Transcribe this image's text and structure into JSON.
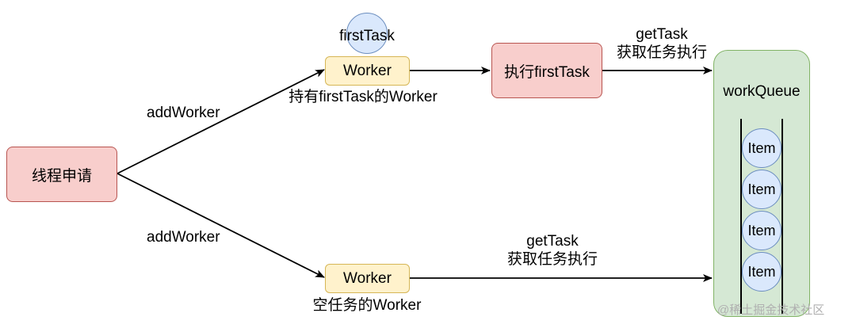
{
  "nodes": {
    "thread_request": "线程申请",
    "worker_top": "Worker",
    "worker_bottom": "Worker",
    "execute_first_task": "执行firstTask",
    "first_task_circle": "firstTask",
    "work_queue": "workQueue",
    "queue_items": [
      "Item",
      "Item",
      "Item",
      "Item"
    ]
  },
  "edge_labels": {
    "add_worker_top": "addWorker",
    "add_worker_bottom": "addWorker",
    "worker_top_caption": "持有firstTask的Worker",
    "worker_bottom_caption": "空任务的Worker",
    "get_task_top_line1": "getTask",
    "get_task_top_line2": "获取任务执行",
    "get_task_bottom_line1": "getTask",
    "get_task_bottom_line2": "获取任务执行"
  },
  "watermark": "@稀土掘金技术社区",
  "colors": {
    "red_fill": "#f8cecc",
    "red_stroke": "#b85450",
    "yellow_fill": "#fff2cc",
    "yellow_stroke": "#d6b656",
    "green_fill": "#d5e8d4",
    "green_stroke": "#82b366",
    "blue_fill": "#dae8fc",
    "blue_stroke": "#6c8ebf"
  }
}
